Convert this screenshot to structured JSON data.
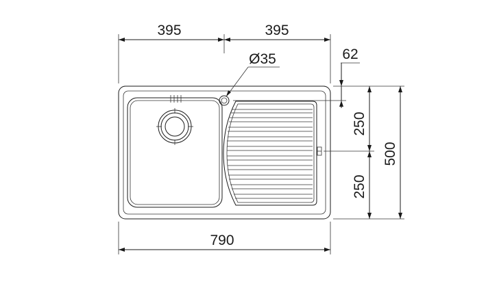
{
  "dimensions": {
    "top_left_half": "395",
    "top_right_half": "395",
    "drain_diameter": "Ø35",
    "tap_offset": "62",
    "right_upper_half": "250",
    "right_total_height": "500",
    "right_lower_half": "250",
    "bottom_total_width": "790"
  }
}
